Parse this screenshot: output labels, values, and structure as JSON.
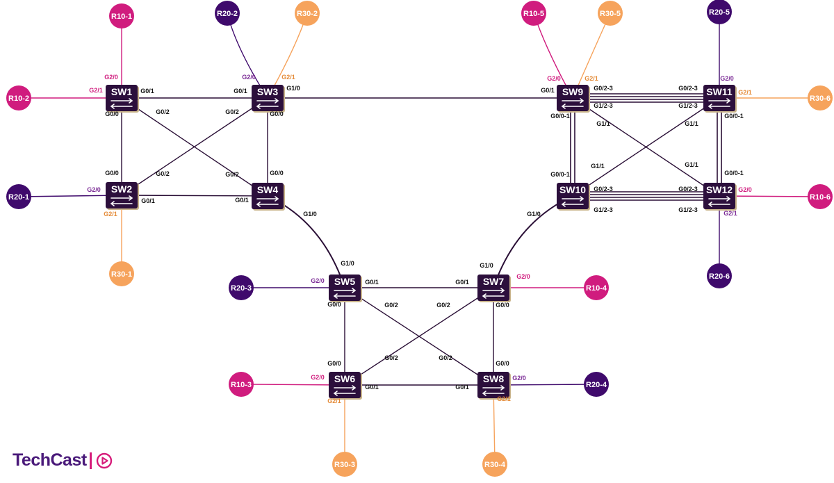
{
  "colors": {
    "switch": "#2c0f3c",
    "r10": "#d01c7e",
    "r20": "#3f0a6c",
    "r30": "#f6a35c",
    "link": "#2a0f36",
    "port_purple": "#7a2a95",
    "port_pink": "#d01c7e",
    "port_orange": "#e48a36",
    "port_black": "#111111"
  },
  "switches": [
    {
      "id": "SW1",
      "label": "SW1"
    },
    {
      "id": "SW2",
      "label": "SW2"
    },
    {
      "id": "SW3",
      "label": "SW3"
    },
    {
      "id": "SW4",
      "label": "SW4"
    },
    {
      "id": "SW5",
      "label": "SW5"
    },
    {
      "id": "SW6",
      "label": "SW6"
    },
    {
      "id": "SW7",
      "label": "SW7"
    },
    {
      "id": "SW8",
      "label": "SW8"
    },
    {
      "id": "SW9",
      "label": "SW9"
    },
    {
      "id": "SW10",
      "label": "SW10"
    },
    {
      "id": "SW11",
      "label": "SW11"
    },
    {
      "id": "SW12",
      "label": "SW12"
    }
  ],
  "routers": [
    {
      "id": "R10-1",
      "label": "R10-1",
      "type": "r10"
    },
    {
      "id": "R10-2",
      "label": "R10-2",
      "type": "r10"
    },
    {
      "id": "R20-1",
      "label": "R20-1",
      "type": "r20"
    },
    {
      "id": "R30-1",
      "label": "R30-1",
      "type": "r30"
    },
    {
      "id": "R20-2",
      "label": "R20-2",
      "type": "r20"
    },
    {
      "id": "R30-2",
      "label": "R30-2",
      "type": "r30"
    },
    {
      "id": "R20-3",
      "label": "R20-3",
      "type": "r20"
    },
    {
      "id": "R10-3",
      "label": "R10-3",
      "type": "r10"
    },
    {
      "id": "R30-3",
      "label": "R30-3",
      "type": "r30"
    },
    {
      "id": "R10-4",
      "label": "R10-4",
      "type": "r10"
    },
    {
      "id": "R20-4",
      "label": "R20-4",
      "type": "r20"
    },
    {
      "id": "R30-4",
      "label": "R30-4",
      "type": "r30"
    },
    {
      "id": "R10-5",
      "label": "R10-5",
      "type": "r10"
    },
    {
      "id": "R30-5",
      "label": "R30-5",
      "type": "r30"
    },
    {
      "id": "R20-5",
      "label": "R20-5",
      "type": "r20"
    },
    {
      "id": "R30-6",
      "label": "R30-6",
      "type": "r30"
    },
    {
      "id": "R10-6",
      "label": "R10-6",
      "type": "r10"
    },
    {
      "id": "R20-6",
      "label": "R20-6",
      "type": "r20"
    }
  ],
  "links": [
    {
      "a": "SW1",
      "b": "R10-1",
      "style": "r10"
    },
    {
      "a": "SW1",
      "b": "R10-2",
      "style": "r10"
    },
    {
      "a": "SW2",
      "b": "R20-1",
      "style": "r20"
    },
    {
      "a": "SW2",
      "b": "R30-1",
      "style": "r30"
    },
    {
      "a": "SW3",
      "b": "R20-2",
      "style": "r20",
      "curve": true
    },
    {
      "a": "SW3",
      "b": "R30-2",
      "style": "r30",
      "curve": true
    },
    {
      "a": "SW5",
      "b": "R20-3",
      "style": "r20"
    },
    {
      "a": "SW6",
      "b": "R10-3",
      "style": "r10"
    },
    {
      "a": "SW6",
      "b": "R30-3",
      "style": "r30"
    },
    {
      "a": "SW7",
      "b": "R10-4",
      "style": "r10"
    },
    {
      "a": "SW8",
      "b": "R20-4",
      "style": "r20"
    },
    {
      "a": "SW8",
      "b": "R30-4",
      "style": "r30"
    },
    {
      "a": "SW9",
      "b": "R10-5",
      "style": "r10",
      "curve": true
    },
    {
      "a": "SW9",
      "b": "R30-5",
      "style": "r30",
      "curve": true
    },
    {
      "a": "SW11",
      "b": "R20-5",
      "style": "r20"
    },
    {
      "a": "SW11",
      "b": "R30-6",
      "style": "r30"
    },
    {
      "a": "SW12",
      "b": "R10-6",
      "style": "r10"
    },
    {
      "a": "SW12",
      "b": "R20-6",
      "style": "r20"
    },
    {
      "a": "SW1",
      "b": "SW3",
      "style": "link"
    },
    {
      "a": "SW1",
      "b": "SW2",
      "style": "link"
    },
    {
      "a": "SW1",
      "b": "SW4",
      "style": "link"
    },
    {
      "a": "SW3",
      "b": "SW2",
      "style": "link"
    },
    {
      "a": "SW3",
      "b": "SW4",
      "style": "link"
    },
    {
      "a": "SW2",
      "b": "SW4",
      "style": "link"
    },
    {
      "a": "SW3",
      "b": "SW9",
      "style": "link"
    },
    {
      "a": "SW4",
      "b": "SW5",
      "style": "link",
      "curve": true
    },
    {
      "a": "SW5",
      "b": "SW7",
      "style": "link"
    },
    {
      "a": "SW5",
      "b": "SW6",
      "style": "link"
    },
    {
      "a": "SW5",
      "b": "SW8",
      "style": "link"
    },
    {
      "a": "SW7",
      "b": "SW6",
      "style": "link"
    },
    {
      "a": "SW7",
      "b": "SW8",
      "style": "link"
    },
    {
      "a": "SW6",
      "b": "SW8",
      "style": "link"
    },
    {
      "a": "SW10",
      "b": "SW7",
      "style": "link",
      "curve": true
    },
    {
      "a": "SW9",
      "b": "SW11",
      "style": "link",
      "bundle": 4
    },
    {
      "a": "SW10",
      "b": "SW12",
      "style": "link",
      "bundle": 4
    },
    {
      "a": "SW9",
      "b": "SW10",
      "style": "link",
      "bundle": 2
    },
    {
      "a": "SW11",
      "b": "SW12",
      "style": "link",
      "bundle": 2
    },
    {
      "a": "SW9",
      "b": "SW12",
      "style": "link"
    },
    {
      "a": "SW11",
      "b": "SW10",
      "style": "link"
    }
  ],
  "ports": [
    {
      "sw": "SW1",
      "text": "G2/0",
      "color": "port_pink"
    },
    {
      "sw": "SW1",
      "text": "G2/1",
      "color": "port_pink"
    },
    {
      "sw": "SW1",
      "text": "G0/1",
      "color": "port_black"
    },
    {
      "sw": "SW1",
      "text": "G0/2",
      "color": "port_black"
    },
    {
      "sw": "SW1",
      "text": "G0/0",
      "color": "port_black"
    },
    {
      "sw": "SW2",
      "text": "G0/0",
      "color": "port_black"
    },
    {
      "sw": "SW2",
      "text": "G0/2",
      "color": "port_black"
    },
    {
      "sw": "SW2",
      "text": "G2/0",
      "color": "port_purple"
    },
    {
      "sw": "SW2",
      "text": "G0/1",
      "color": "port_black"
    },
    {
      "sw": "SW2",
      "text": "G2/1",
      "color": "port_orange"
    },
    {
      "sw": "SW3",
      "text": "G2/0",
      "color": "port_purple"
    },
    {
      "sw": "SW3",
      "text": "G2/1",
      "color": "port_orange"
    },
    {
      "sw": "SW3",
      "text": "G0/1",
      "color": "port_black"
    },
    {
      "sw": "SW3",
      "text": "G1/0",
      "color": "port_black"
    },
    {
      "sw": "SW3",
      "text": "G0/2",
      "color": "port_black"
    },
    {
      "sw": "SW3",
      "text": "G0/0",
      "color": "port_black"
    },
    {
      "sw": "SW4",
      "text": "G0/0",
      "color": "port_black"
    },
    {
      "sw": "SW4",
      "text": "G0/2",
      "color": "port_black"
    },
    {
      "sw": "SW4",
      "text": "G0/1",
      "color": "port_black"
    },
    {
      "sw": "SW4",
      "text": "G1/0",
      "color": "port_black"
    },
    {
      "sw": "SW5",
      "text": "G1/0",
      "color": "port_black"
    },
    {
      "sw": "SW5",
      "text": "G2/0",
      "color": "port_purple"
    },
    {
      "sw": "SW5",
      "text": "G0/1",
      "color": "port_black"
    },
    {
      "sw": "SW5",
      "text": "G0/0",
      "color": "port_black"
    },
    {
      "sw": "SW5",
      "text": "G0/2",
      "color": "port_black"
    },
    {
      "sw": "SW6",
      "text": "G0/2",
      "color": "port_black"
    },
    {
      "sw": "SW6",
      "text": "G0/0",
      "color": "port_black"
    },
    {
      "sw": "SW6",
      "text": "G2/0",
      "color": "port_pink"
    },
    {
      "sw": "SW6",
      "text": "G0/1",
      "color": "port_black"
    },
    {
      "sw": "SW6",
      "text": "G2/1",
      "color": "port_orange"
    },
    {
      "sw": "SW7",
      "text": "G1/0",
      "color": "port_black"
    },
    {
      "sw": "SW7",
      "text": "G2/0",
      "color": "port_pink"
    },
    {
      "sw": "SW7",
      "text": "G0/1",
      "color": "port_black"
    },
    {
      "sw": "SW7",
      "text": "G0/2",
      "color": "port_black"
    },
    {
      "sw": "SW7",
      "text": "G0/0",
      "color": "port_black"
    },
    {
      "sw": "SW8",
      "text": "G0/2",
      "color": "port_black"
    },
    {
      "sw": "SW8",
      "text": "G0/0",
      "color": "port_black"
    },
    {
      "sw": "SW8",
      "text": "G2/0",
      "color": "port_purple"
    },
    {
      "sw": "SW8",
      "text": "G0/1",
      "color": "port_black"
    },
    {
      "sw": "SW8",
      "text": "G2/1",
      "color": "port_orange"
    },
    {
      "sw": "SW9",
      "text": "G2/0",
      "color": "port_pink"
    },
    {
      "sw": "SW9",
      "text": "G2/1",
      "color": "port_orange"
    },
    {
      "sw": "SW9",
      "text": "G0/1",
      "color": "port_black"
    },
    {
      "sw": "SW9",
      "text": "G0/2-3",
      "color": "port_black"
    },
    {
      "sw": "SW9",
      "text": "G1/2-3",
      "color": "port_black"
    },
    {
      "sw": "SW9",
      "text": "G0/0-1",
      "color": "port_black"
    },
    {
      "sw": "SW9",
      "text": "G1/1",
      "color": "port_black"
    },
    {
      "sw": "SW10",
      "text": "G0/0-1",
      "color": "port_black"
    },
    {
      "sw": "SW10",
      "text": "G1/1",
      "color": "port_black"
    },
    {
      "sw": "SW10",
      "text": "G0/2-3",
      "color": "port_black"
    },
    {
      "sw": "SW10",
      "text": "G1/2-3",
      "color": "port_black"
    },
    {
      "sw": "SW10",
      "text": "G1/0",
      "color": "port_black"
    },
    {
      "sw": "SW11",
      "text": "G2/0",
      "color": "port_purple"
    },
    {
      "sw": "SW11",
      "text": "G0/2-3",
      "color": "port_black"
    },
    {
      "sw": "SW11",
      "text": "G2/1",
      "color": "port_orange"
    },
    {
      "sw": "SW11",
      "text": "G1/2-3",
      "color": "port_black"
    },
    {
      "sw": "SW11",
      "text": "G1/1",
      "color": "port_black"
    },
    {
      "sw": "SW11",
      "text": "G0/0-1",
      "color": "port_black"
    },
    {
      "sw": "SW12",
      "text": "G1/1",
      "color": "port_black"
    },
    {
      "sw": "SW12",
      "text": "G0/0-1",
      "color": "port_black"
    },
    {
      "sw": "SW12",
      "text": "G0/2-3",
      "color": "port_black"
    },
    {
      "sw": "SW12",
      "text": "G2/0",
      "color": "port_pink"
    },
    {
      "sw": "SW12",
      "text": "G1/2-3",
      "color": "port_black"
    },
    {
      "sw": "SW12",
      "text": "G2/1",
      "color": "port_purple"
    }
  ],
  "logo": {
    "text": "TechCast"
  }
}
